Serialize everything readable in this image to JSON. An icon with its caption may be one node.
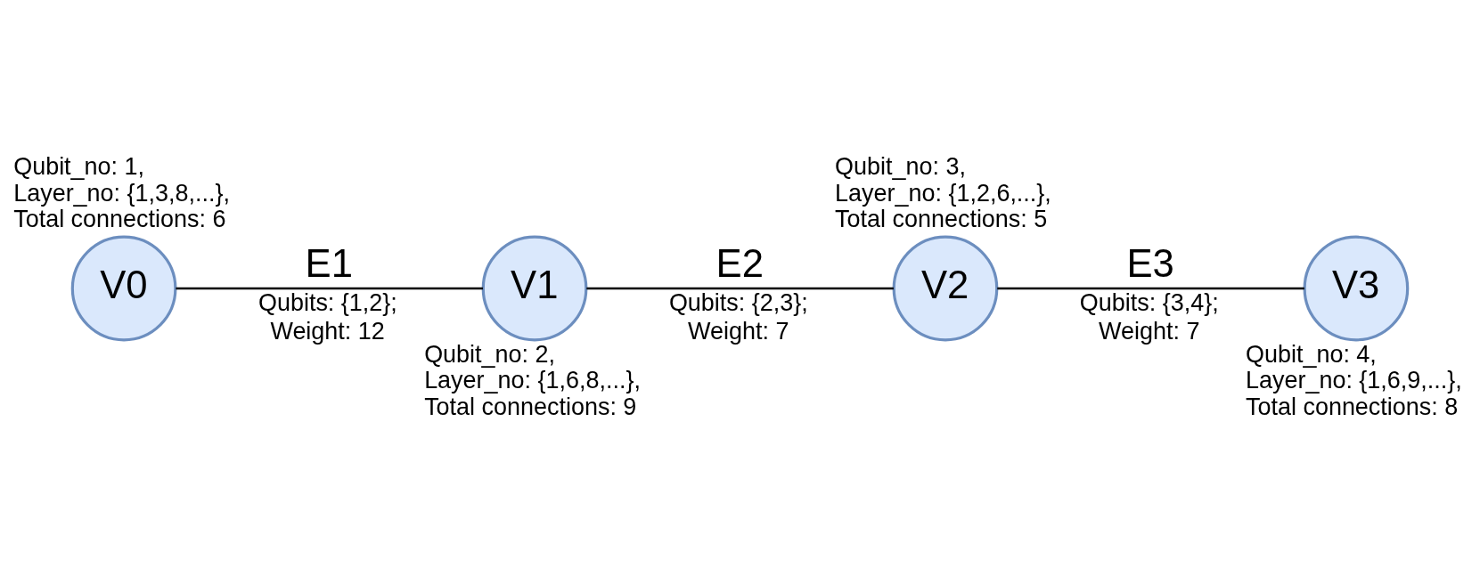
{
  "diagram": {
    "nodes": [
      {
        "text": [
          "V0"
        ],
        "beside": [
          "Qubit_no: 1,",
          "Layer_no: {1,3,8,...},",
          "Total connections: 6"
        ]
      },
      {
        "text": [
          "V1"
        ],
        "beside": [
          "Qubit_no: 2,",
          "Layer_no: {1,6,8,...},",
          "Total connections: 9"
        ]
      },
      {
        "text": [
          "V2"
        ],
        "beside": [
          "Qubit_no: 3,",
          "Layer_no: {1,2,6,...},",
          "Total connections: 5"
        ]
      },
      {
        "text": [
          "V3"
        ],
        "beside": [
          "Qubit_no: 4,",
          "Layer_no: {1,6,9,...},",
          "Total connections: 8"
        ]
      }
    ],
    "edges": [
      {
        "from": 0,
        "to": 1,
        "arrow": "none",
        "label": "E1"
      },
      {
        "from": 1,
        "to": 2,
        "arrow": "none",
        "label": "E2"
      },
      {
        "from": 2,
        "to": 3,
        "arrow": "none",
        "label": "E3"
      }
    ],
    "labels": [
      "Qubits: {1,2};",
      "Weight: 12",
      "Qubits: {2,3};",
      "Weight: 7",
      "Qubits: {3,4};",
      "Weight: 7"
    ]
  }
}
